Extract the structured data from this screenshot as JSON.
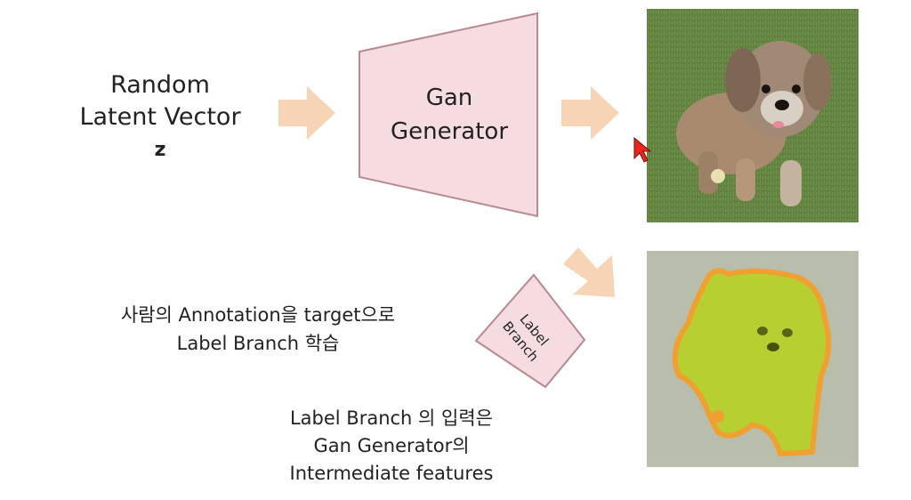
{
  "input": {
    "title_lines": [
      "Random",
      "Latent Vector"
    ],
    "z_symbol": "z"
  },
  "generator": {
    "label_lines": [
      "Gan",
      "Generator"
    ]
  },
  "label_branch": {
    "label_lines": [
      "Label",
      "Branch"
    ]
  },
  "notes": {
    "annotation_lines": [
      "사람의 Annotation을 target으로",
      "Label Branch 학습"
    ],
    "input_lines": [
      "Label Branch 의 입력은",
      "Gan Generator의",
      "Intermediate features"
    ]
  },
  "colors": {
    "arrow": "#f8d4b6",
    "generator_fill": "#f5dce0",
    "generator_stroke": "#b78a92",
    "grass": "#5a7a3c",
    "mask_fill": "#b7d21c",
    "mask_outline": "#f0a030",
    "cursor": "#e8261b"
  }
}
